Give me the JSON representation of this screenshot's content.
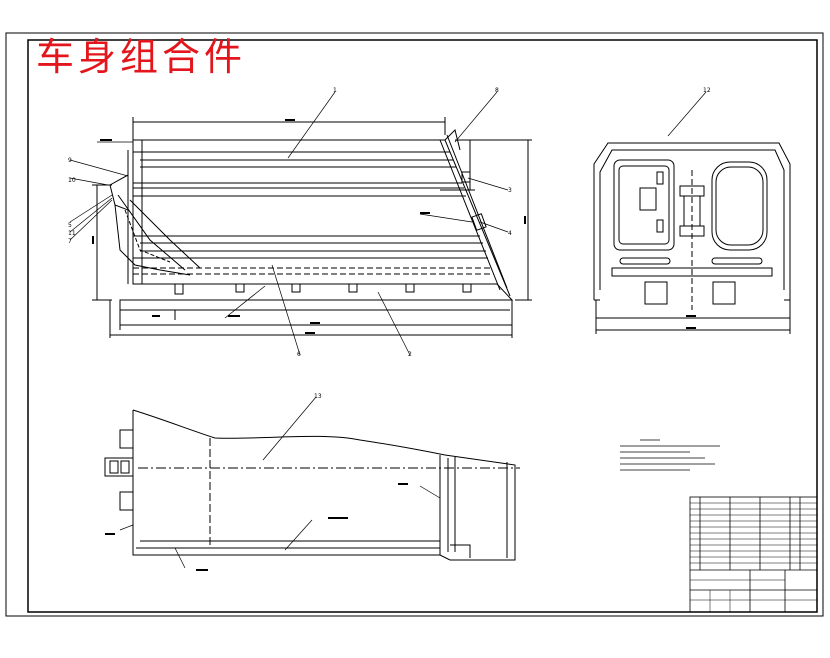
{
  "title": "车身组合件",
  "callouts": [
    "1",
    "2",
    "3",
    "4",
    "5",
    "6",
    "7",
    "8",
    "9",
    "10",
    "11",
    "12"
  ],
  "callout_13": "13",
  "colors": {
    "title": "#e2161c",
    "line": "#000000"
  }
}
